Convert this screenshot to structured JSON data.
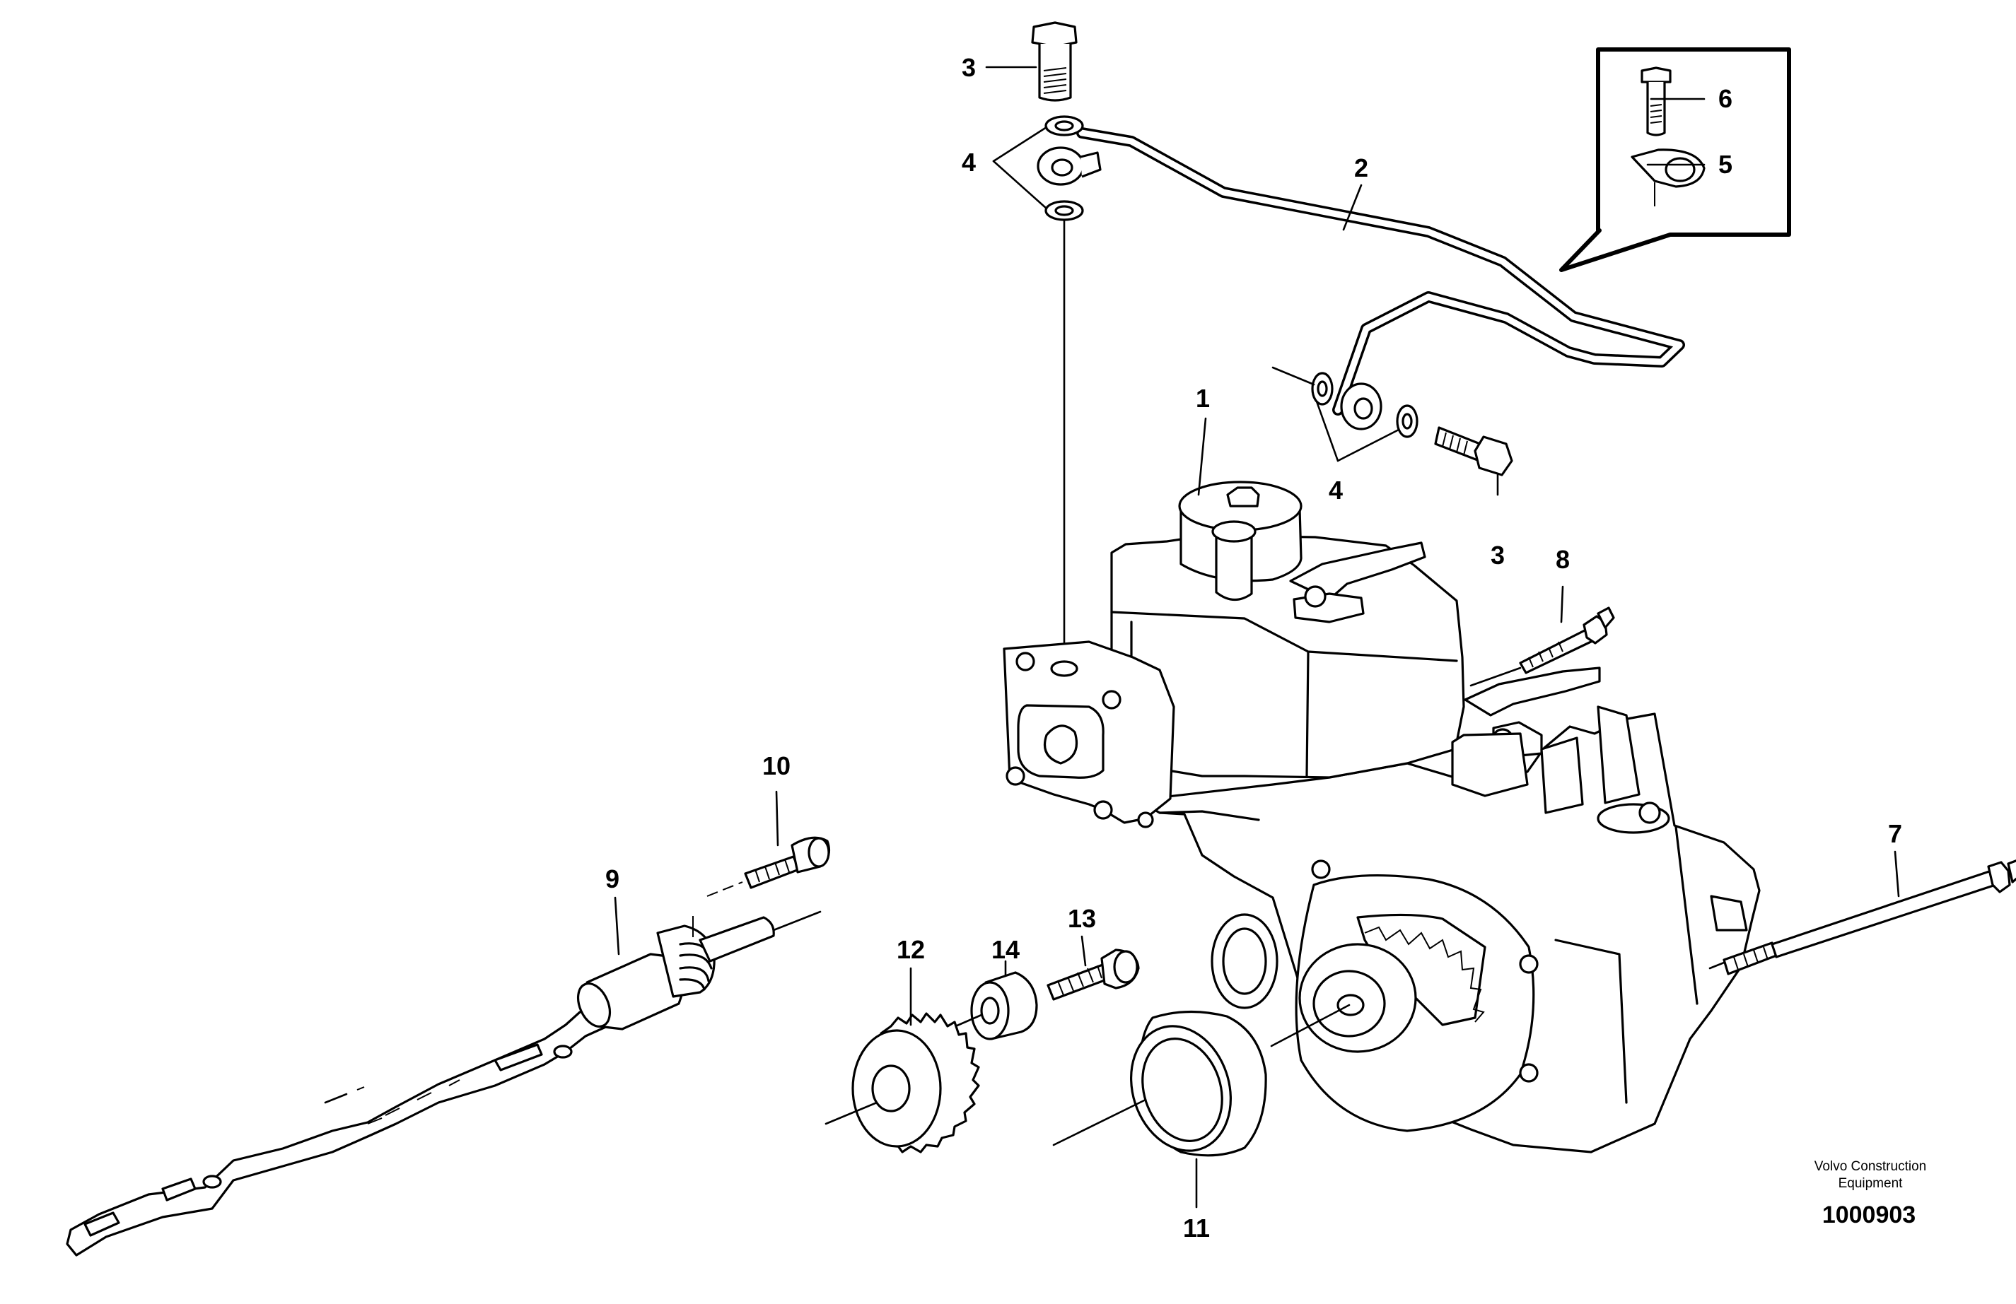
{
  "callouts": {
    "c1": "1",
    "c2": "2",
    "c3a": "3",
    "c3b": "3",
    "c4a": "4",
    "c4b": "4",
    "c5": "5",
    "c6": "6",
    "c7": "7",
    "c8": "8",
    "c9": "9",
    "c10": "10",
    "c11": "11",
    "c12": "12",
    "c13": "13",
    "c14": "14"
  },
  "stamp": {
    "line1": "Volvo Construction",
    "line2": "Equipment",
    "number": "1000903"
  }
}
